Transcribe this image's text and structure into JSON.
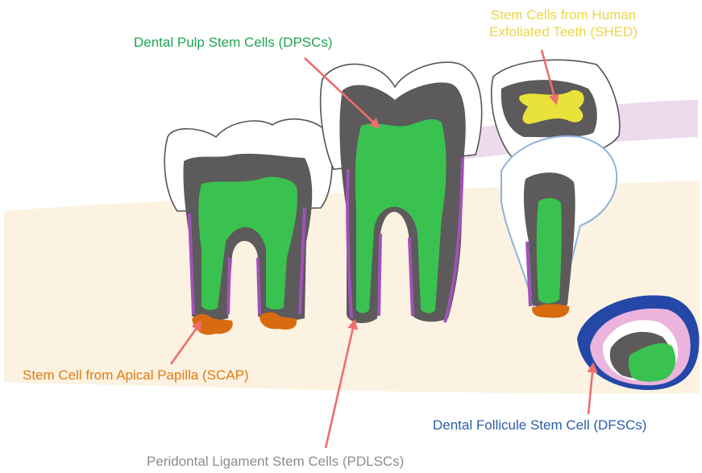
{
  "labels": {
    "dpsc": "Dental Pulp Stem Cells (DPSCs)",
    "shed_line1": "Stem Cells from Human",
    "shed_line2": "Exfoliated Teeth (SHED)",
    "scap": "Stem Cell from Apical Papilla (SCAP)",
    "dfsc": "Dental Follicule Stem Cell (DFSCs)",
    "pdlsc": "Peridontal Ligament Stem Cells (PDLSCs)"
  },
  "colors": {
    "bone": "#fbf2e1",
    "gum": "#ead3e9",
    "enamel": "#ffffff",
    "dentin": "#5c5a5a",
    "pulp": "#39c24f",
    "ligament": "#a052b8",
    "papilla": "#d86b10",
    "shed_pulp": "#e8e23a",
    "follicle": "#2447a8",
    "follicle_inner": "#eab4dc",
    "crown_outline": "#8fb2dc",
    "arrow": "#ee6e6e"
  }
}
